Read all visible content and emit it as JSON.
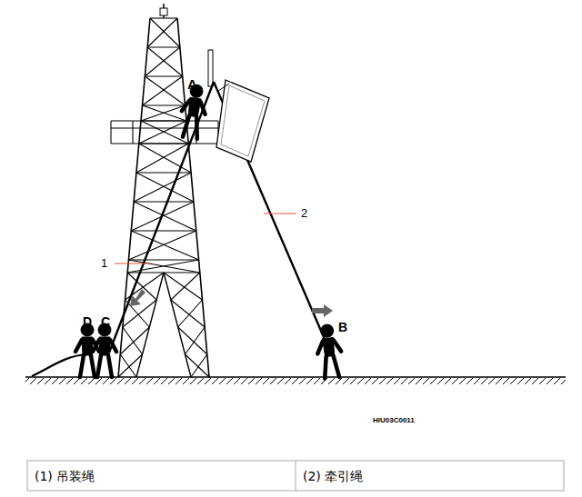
{
  "diagram": {
    "labels": [
      "A",
      "1",
      "2",
      "D",
      "C",
      "B",
      "HIU03C0011",
      "(1) 吊装绳",
      "(2) 牵引绳"
    ]
  }
}
